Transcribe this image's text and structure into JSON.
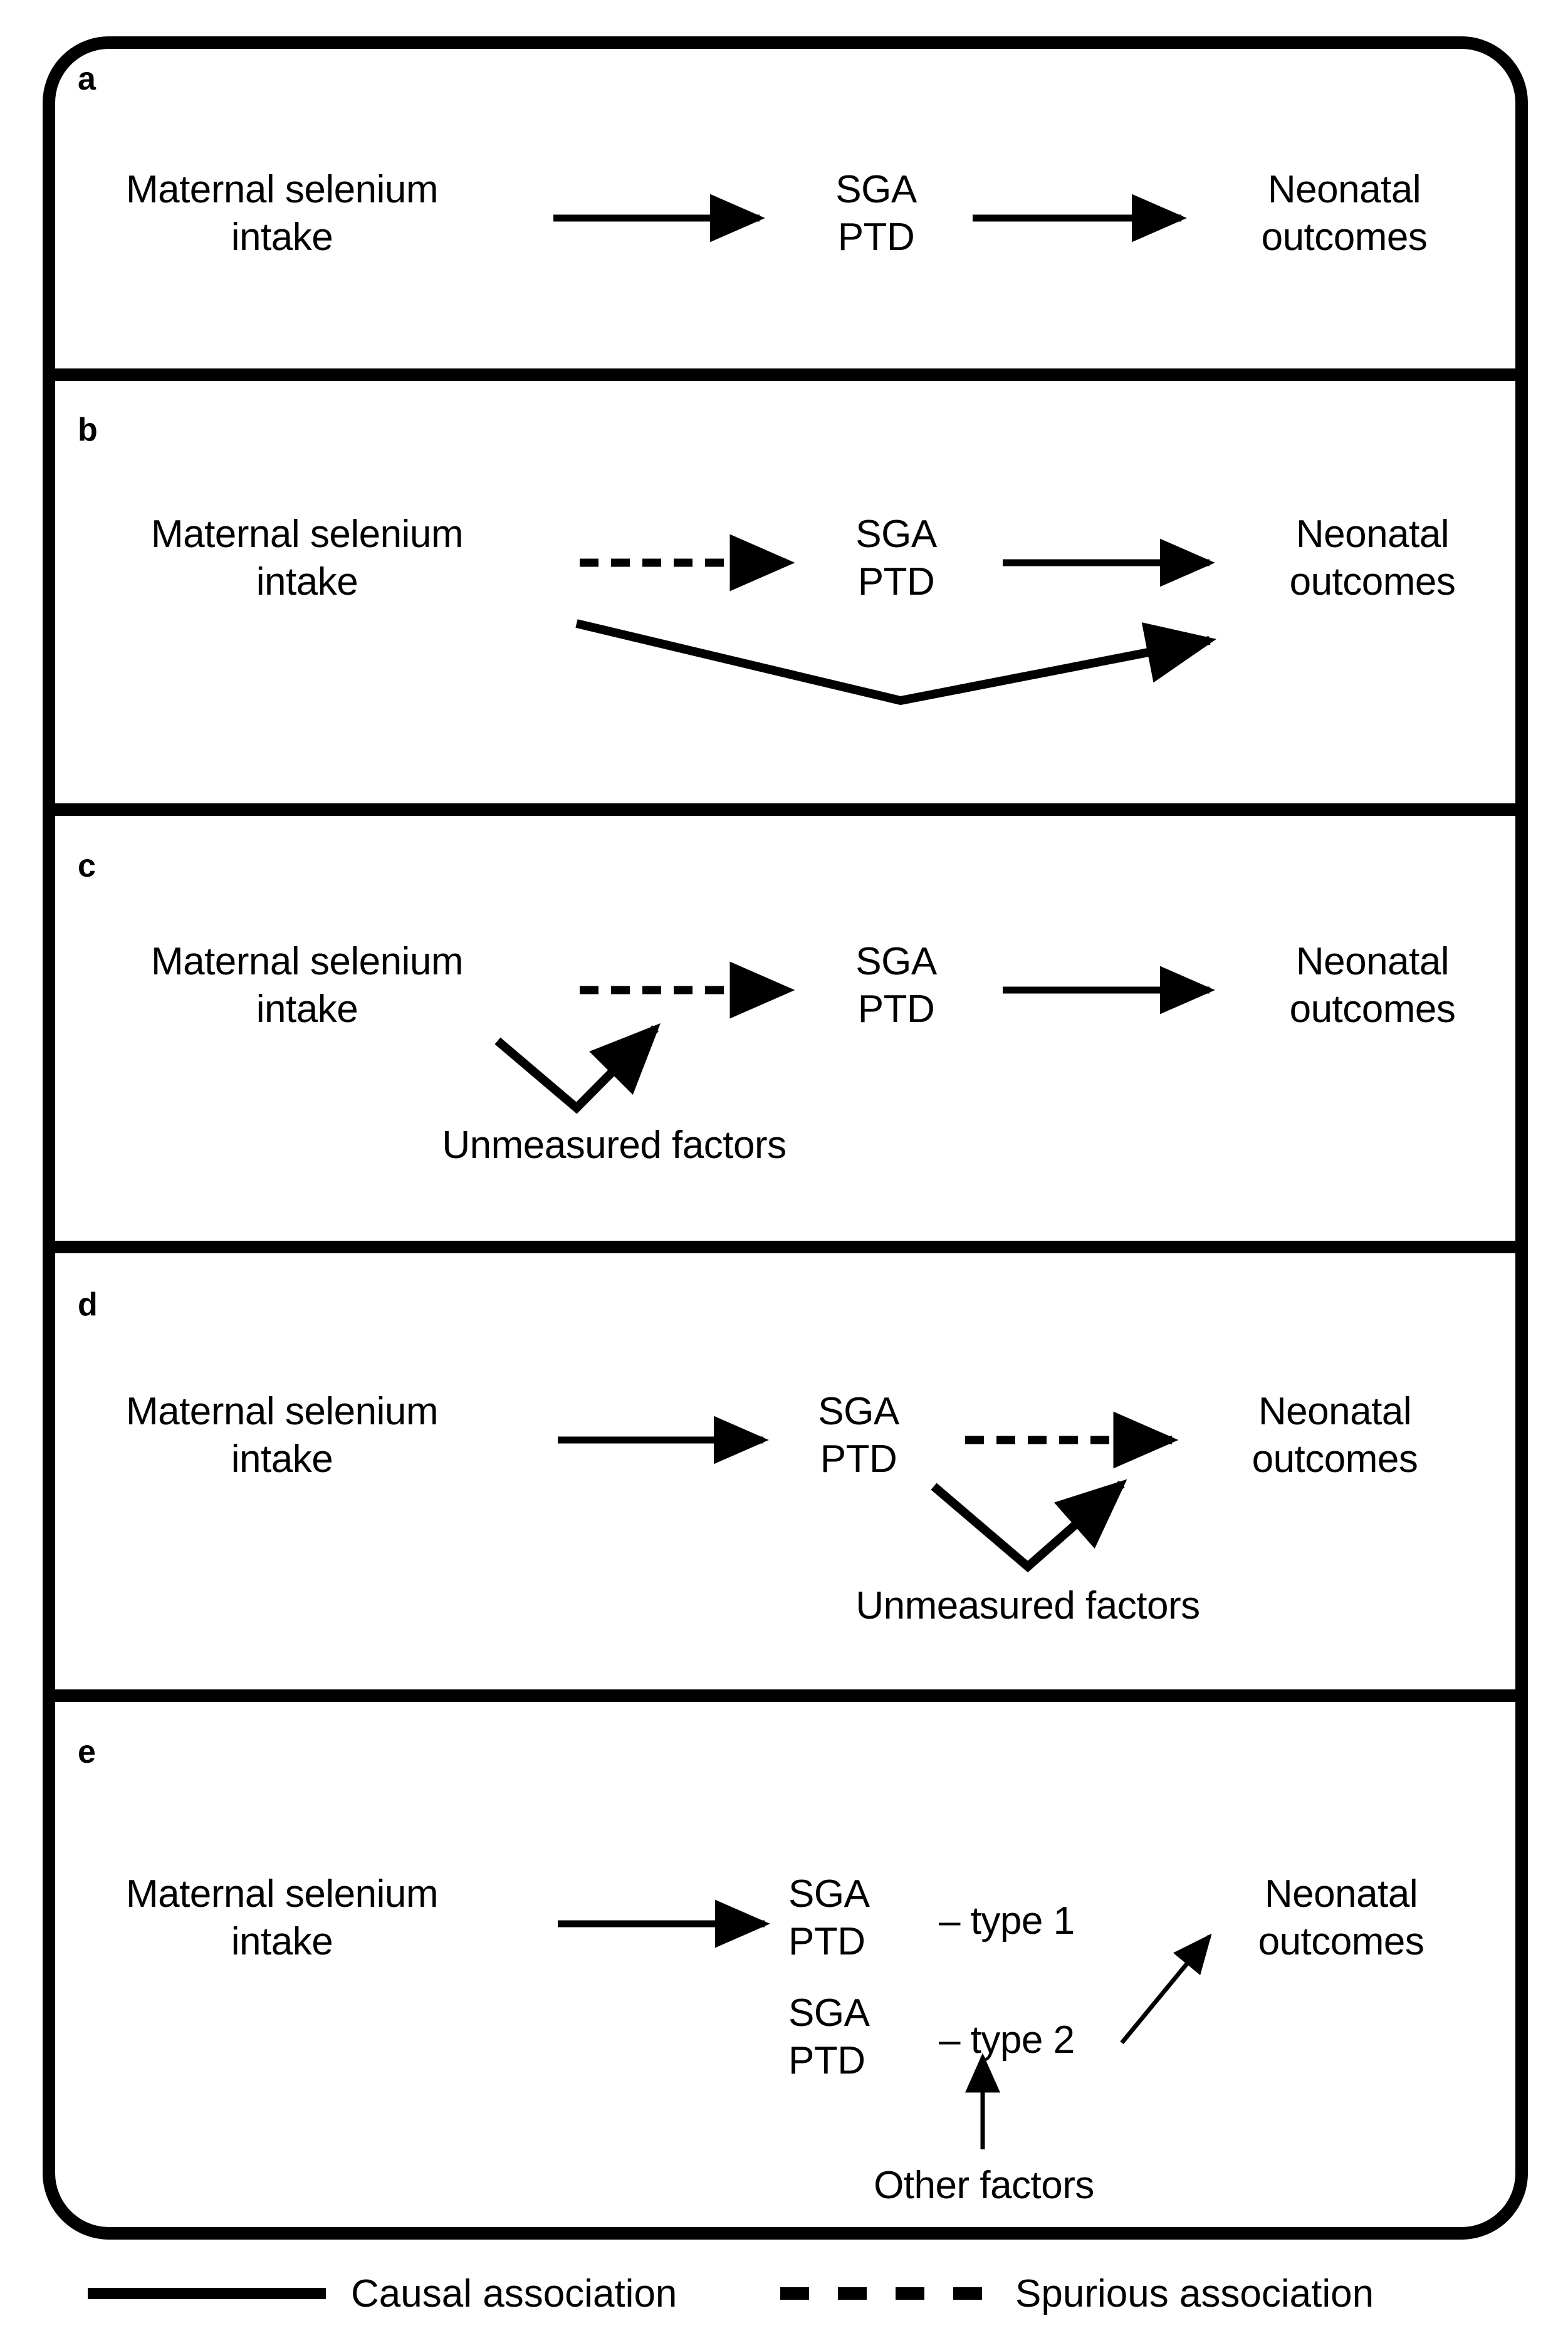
{
  "figure": {
    "panels": [
      {
        "label": "a",
        "nodes": {
          "exposure": "Maternal selenium\nintake",
          "mediator": "SGA\nPTD",
          "outcome": "Neonatal\noutcomes"
        },
        "edges": [
          {
            "from": "exposure",
            "to": "mediator",
            "style": "solid"
          },
          {
            "from": "mediator",
            "to": "outcome",
            "style": "solid"
          }
        ]
      },
      {
        "label": "b",
        "nodes": {
          "exposure": "Maternal selenium\nintake",
          "mediator": "SGA\nPTD",
          "outcome": "Neonatal\noutcomes"
        },
        "edges": [
          {
            "from": "exposure",
            "to": "mediator",
            "style": "dashed"
          },
          {
            "from": "mediator",
            "to": "outcome",
            "style": "solid"
          },
          {
            "from": "exposure",
            "to": "outcome",
            "style": "solid",
            "shape": "v-bend"
          }
        ]
      },
      {
        "label": "c",
        "nodes": {
          "exposure": "Maternal selenium\nintake",
          "mediator": "SGA\nPTD",
          "outcome": "Neonatal\noutcomes",
          "confounder": "Unmeasured factors"
        },
        "edges": [
          {
            "from": "exposure",
            "to": "mediator",
            "style": "dashed"
          },
          {
            "from": "mediator",
            "to": "outcome",
            "style": "solid"
          },
          {
            "from": "confounder",
            "to": "exposure",
            "style": "solid",
            "shape": "v-fork"
          },
          {
            "from": "confounder",
            "to": "mediator",
            "style": "solid",
            "shape": "v-fork"
          }
        ]
      },
      {
        "label": "d",
        "nodes": {
          "exposure": "Maternal selenium\nintake",
          "mediator": "SGA\nPTD",
          "outcome": "Neonatal\noutcomes",
          "confounder": "Unmeasured factors"
        },
        "edges": [
          {
            "from": "exposure",
            "to": "mediator",
            "style": "solid"
          },
          {
            "from": "mediator",
            "to": "outcome",
            "style": "dashed"
          },
          {
            "from": "confounder",
            "to": "mediator",
            "style": "solid",
            "shape": "v-fork"
          },
          {
            "from": "confounder",
            "to": "outcome",
            "style": "solid",
            "shape": "v-fork"
          }
        ]
      },
      {
        "label": "e",
        "nodes": {
          "exposure": "Maternal selenium\nintake",
          "mediator_type1": "SGA\nPTD",
          "mediator_type1_suffix": "– type 1",
          "mediator_type2": "SGA\nPTD",
          "mediator_type2_suffix": "– type 2",
          "outcome": "Neonatal\noutcomes",
          "other": "Other factors"
        },
        "edges": [
          {
            "from": "exposure",
            "to": "mediator_type1",
            "style": "solid"
          },
          {
            "from": "mediator_type2",
            "to": "outcome",
            "style": "solid",
            "weight": "thin"
          },
          {
            "from": "other",
            "to": "mediator_type2",
            "style": "solid",
            "weight": "thin",
            "direction": "up"
          }
        ]
      }
    ],
    "legend": {
      "items": [
        {
          "label": "Causal association",
          "style": "solid"
        },
        {
          "label": "Spurious association",
          "style": "dashed"
        }
      ]
    },
    "colors": {
      "stroke": "#000000",
      "background": "#ffffff"
    }
  }
}
